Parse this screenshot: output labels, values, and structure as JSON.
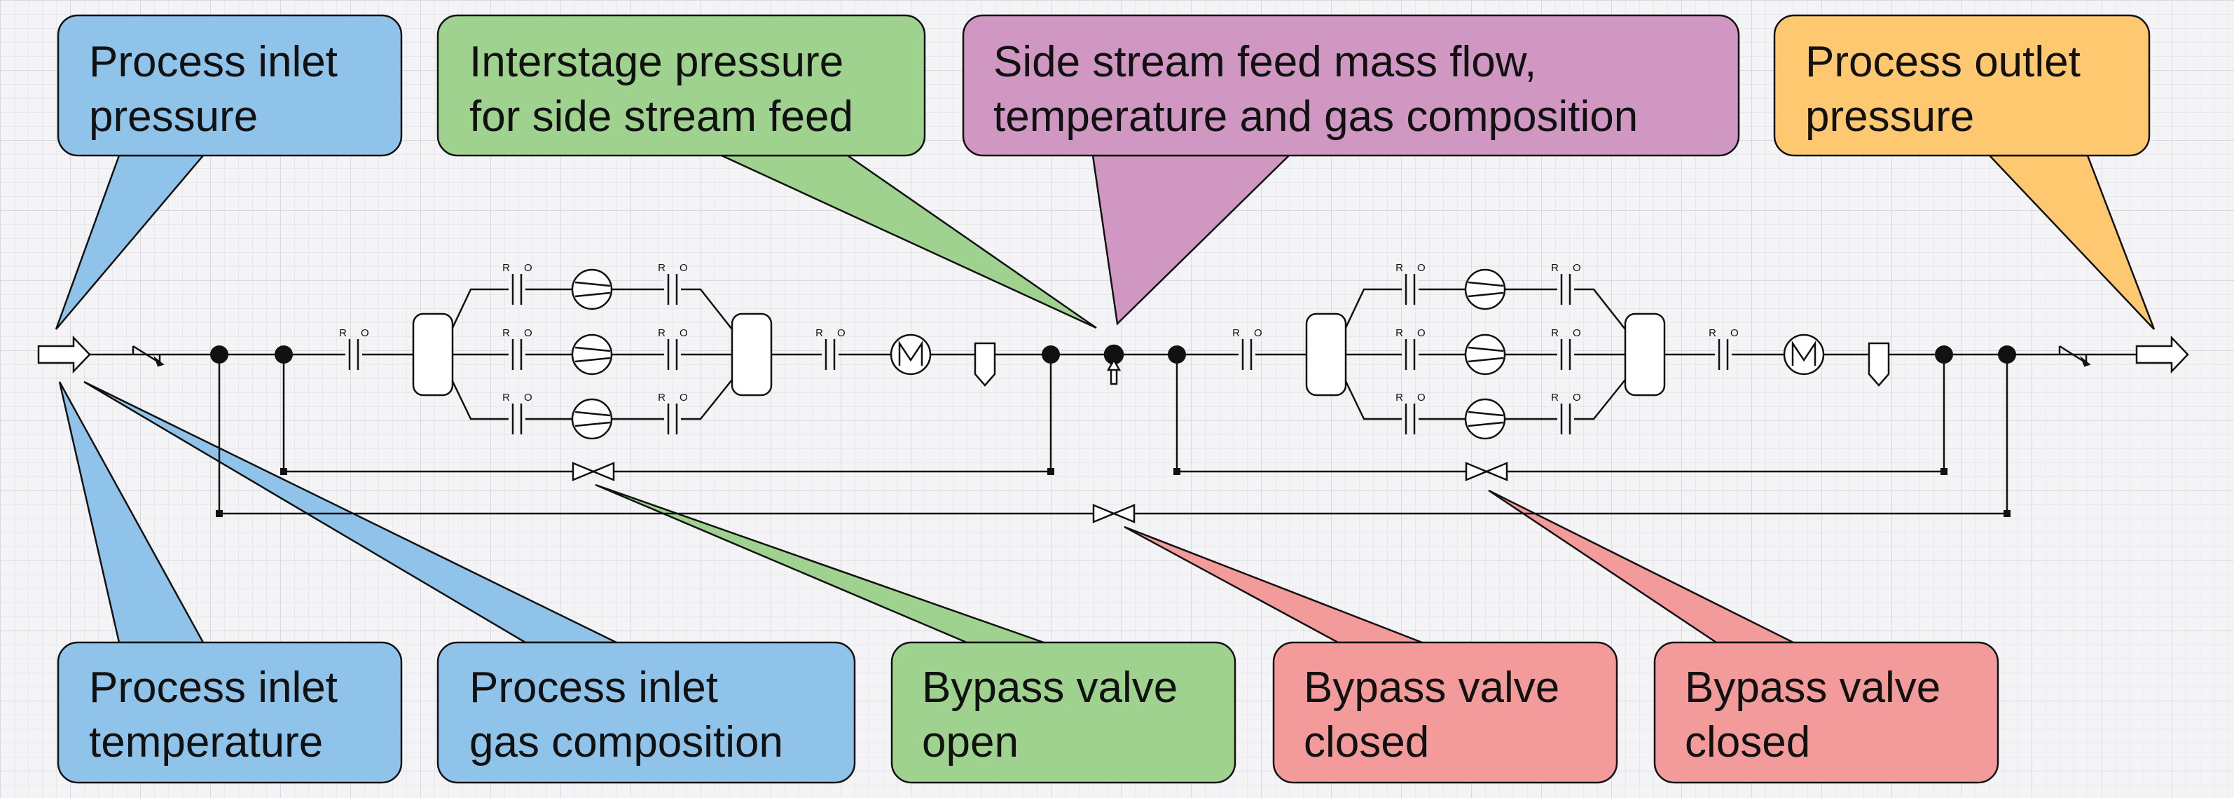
{
  "colors": {
    "blue": "#8fc3ea",
    "green": "#9fd28f",
    "purple": "#cf97c2",
    "orange": "#fec871",
    "red": "#f39a9a",
    "line": "#111111"
  },
  "callouts": {
    "inlet_pressure": {
      "line1": "Process inlet",
      "line2": "pressure"
    },
    "interstage_pressure": {
      "line1": "Interstage pressure",
      "line2": "for side stream feed"
    },
    "side_stream": {
      "line1": "Side stream feed mass flow,",
      "line2": "temperature and gas composition"
    },
    "outlet_pressure": {
      "line1": "Process outlet",
      "line2": "pressure"
    },
    "inlet_temperature": {
      "line1": "Process inlet",
      "line2": "temperature"
    },
    "inlet_composition": {
      "line1": "Process inlet",
      "line2": "gas composition"
    },
    "bypass_1": {
      "line1": "Bypass valve",
      "line2": "open"
    },
    "bypass_2": {
      "line1": "Bypass valve",
      "line2": "closed"
    },
    "bypass_3": {
      "line1": "Bypass valve",
      "line2": "closed"
    }
  },
  "labels": {
    "r": "R",
    "o": "O"
  }
}
